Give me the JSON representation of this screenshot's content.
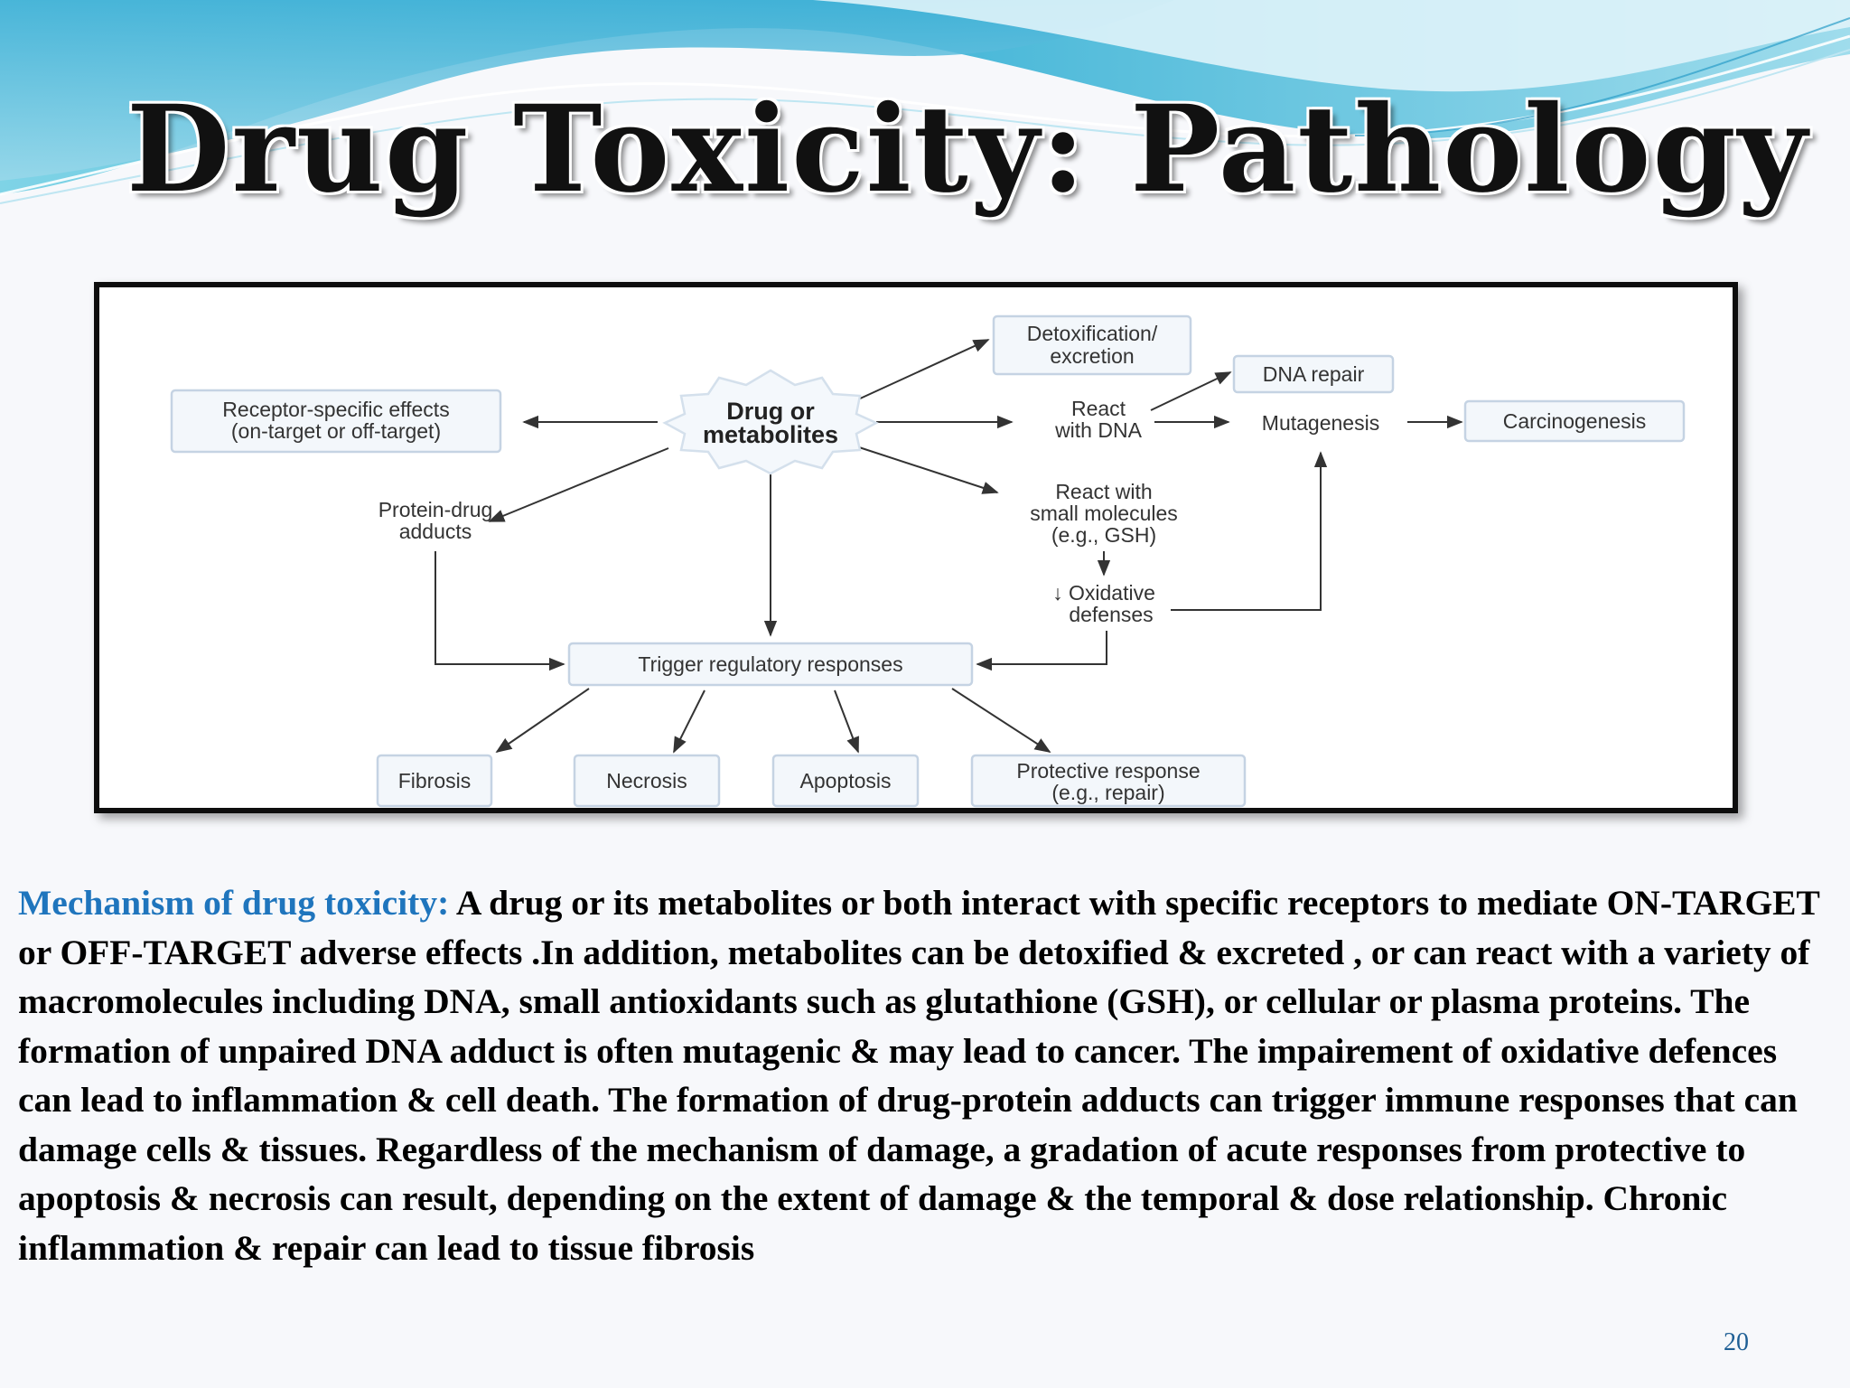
{
  "slide": {
    "title": "Drug Toxicity: Pathology",
    "page_number": "20"
  },
  "diagram": {
    "center": [
      "Drug or",
      "metabolites"
    ],
    "receptor_effects": [
      "Receptor-specific effects",
      "(on-target or off-target)"
    ],
    "detox": [
      "Detoxification/",
      "excretion"
    ],
    "react_dna": [
      "React",
      "with DNA"
    ],
    "dna_repair": "DNA repair",
    "mutagenesis": "Mutagenesis",
    "carcinogenesis": "Carcinogenesis",
    "protein_adducts": [
      "Protein-drug",
      "adducts"
    ],
    "react_small": [
      "React with",
      "small molecules",
      "(e.g., GSH)"
    ],
    "oxidative": [
      "↓ Oxidative",
      "defenses"
    ],
    "trigger": "Trigger regulatory responses",
    "fibrosis": "Fibrosis",
    "necrosis": "Necrosis",
    "apoptosis": "Apoptosis",
    "protective": [
      "Protective response",
      "(e.g., repair)"
    ]
  },
  "body": {
    "label": "Mechanism of drug toxicity:",
    "text": " A drug or its metabolites or both interact with specific receptors to mediate ON-TARGET  or OFF-TARGET adverse effects .In addition, metabolites can be detoxified & excreted , or  can react with a variety of macromolecules including DNA, small antioxidants such as glutathione (GSH), or cellular or plasma proteins. The formation of  unpaired DNA adduct is often mutagenic & may lead to cancer. The impairement of oxidative defences can lead to inflammation & cell death. The formation of drug-protein adducts can trigger immune responses that can damage cells & tissues. Regardless of the mechanism of damage, a gradation of acute responses from protective to apoptosis & necrosis  can result, depending on the extent of damage & the temporal & dose relationship. Chronic inflammation & repair can lead to tissue fibrosis"
  },
  "colors": {
    "accent_label": "#1f75bd",
    "wave_blue": "#5cc0dc",
    "box_border": "#c5d3e3"
  }
}
